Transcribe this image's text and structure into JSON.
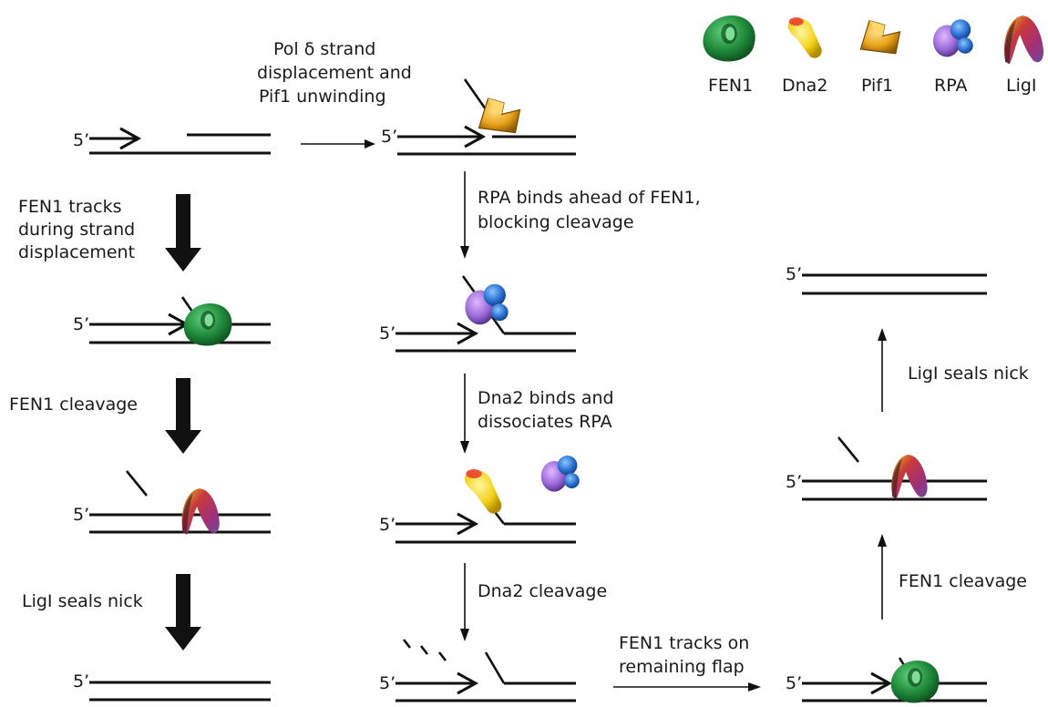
{
  "legend": [
    {
      "id": "fen1",
      "label": "FEN1",
      "icon": "fen1-protein-icon",
      "color": "#1f8a3a"
    },
    {
      "id": "dna2",
      "label": "Dna2",
      "icon": "dna2-protein-icon",
      "color": "#f2d21a"
    },
    {
      "id": "pif1",
      "label": "Pif1",
      "icon": "pif1-protein-icon",
      "color": "#e8a21a"
    },
    {
      "id": "rpa",
      "label": "RPA",
      "icon": "rpa-protein-icon",
      "color": "#6a6ad8"
    },
    {
      "id": "ligI",
      "label": "LigI",
      "icon": "ligase-protein-icon",
      "color": "#b0306a"
    }
  ],
  "strand_end_label": "5’",
  "labels": {
    "pol_delta_line1": "Pol δ strand",
    "pol_delta_line2": "displacement and",
    "pol_delta_line3": "Pif1 unwinding",
    "fen1_tracks_line1": "FEN1 tracks",
    "fen1_tracks_line2": "during strand",
    "fen1_tracks_line3": "displacement",
    "fen1_cleavage_left": "FEN1 cleavage",
    "ligI_seals_left": "LigI seals nick",
    "rpa_binds_line1": "RPA binds ahead of FEN1,",
    "rpa_binds_line2": "blocking cleavage",
    "dna2_binds_line1": "Dna2 binds and",
    "dna2_binds_line2": "dissociates RPA",
    "dna2_cleavage": "Dna2 cleavage",
    "fen1_remaining_line1": "FEN1 tracks on",
    "fen1_remaining_line2": "remaining flap",
    "fen1_cleavage_right": "FEN1 cleavage",
    "ligI_seals_right": "LigI seals nick"
  }
}
